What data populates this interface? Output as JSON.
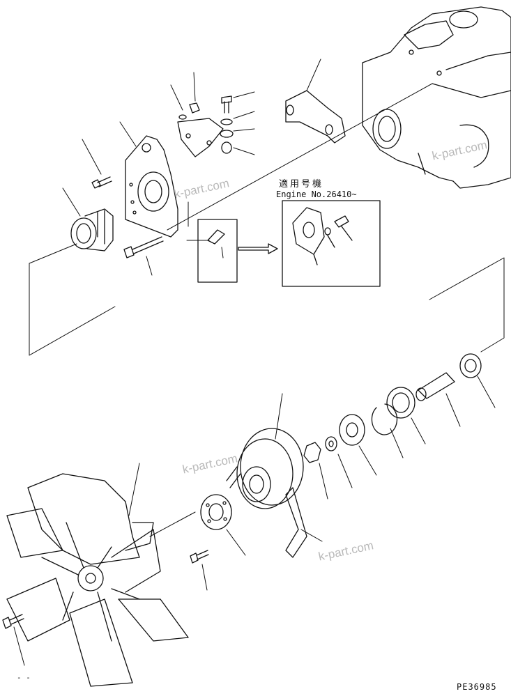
{
  "inset": {
    "applicability_label": "適用号機",
    "engine_serial": "Engine No.26410~"
  },
  "watermark": "k-part.com",
  "drawing_number": "PE36985",
  "page_marker": "- -"
}
